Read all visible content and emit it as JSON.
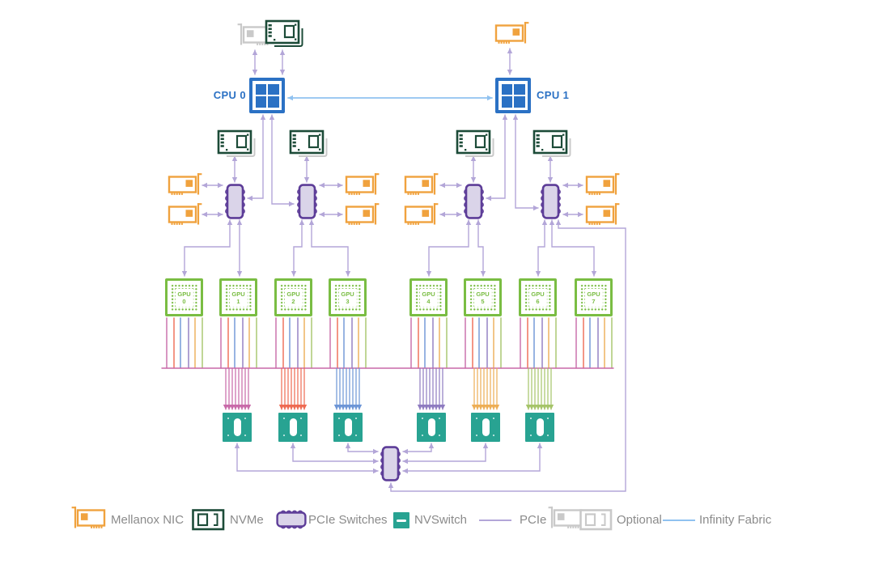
{
  "cpus": [
    {
      "label": "CPU 0"
    },
    {
      "label": "CPU 1"
    }
  ],
  "gpus": [
    {
      "name": "GPU",
      "index": "0"
    },
    {
      "name": "GPU",
      "index": "1"
    },
    {
      "name": "GPU",
      "index": "2"
    },
    {
      "name": "GPU",
      "index": "3"
    },
    {
      "name": "GPU",
      "index": "4"
    },
    {
      "name": "GPU",
      "index": "5"
    },
    {
      "name": "GPU",
      "index": "6"
    },
    {
      "name": "GPU",
      "index": "7"
    }
  ],
  "legend": {
    "items": [
      {
        "icon": "mellanox-nic-icon",
        "label": "Mellanox NIC"
      },
      {
        "icon": "nvme-icon",
        "label": "NVMe"
      },
      {
        "icon": "pcie-switch-icon",
        "label": "PCIe Switches"
      },
      {
        "icon": "nvswitch-icon",
        "label": "NVSwitch"
      },
      {
        "icon": "pcie-line",
        "label": "PCIe"
      },
      {
        "icon": "optional-cards-icon",
        "label": "Optional"
      },
      {
        "icon": "infinity-fabric-line",
        "label": "Infinity Fabric"
      }
    ]
  },
  "colors": {
    "orange": "#F0A23E",
    "gray": "#C9C9C9",
    "cpu_blue": "#2B71C4",
    "nvme_green": "#1C4B38",
    "pcie_switch_fill": "#DAD4E9",
    "pcie_switch_border": "#5D3D98",
    "pcie_line": "#B3A6D8",
    "infinity_fabric": "#90C2F0",
    "gpu_green": "#7ABD43",
    "nvswitch_teal": "#28A392",
    "legend_text": "#8B8B8B",
    "nvlink": [
      "#C869A8",
      "#EE6A52",
      "#6C95D6",
      "#8E7BC0",
      "#EDAE55",
      "#A5C469"
    ]
  }
}
